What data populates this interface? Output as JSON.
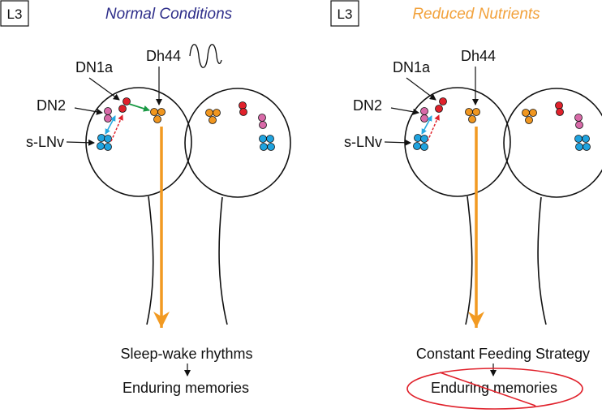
{
  "panels": [
    {
      "stage_label": "L3",
      "title": "Normal Conditions",
      "labels": {
        "dn1a": "DN1a",
        "dn2": "DN2",
        "slnv": "s-LNv",
        "dh44": "Dh44"
      },
      "outcome_1": "Sleep-wake rhythms",
      "outcome_2": "Enduring memories",
      "outcome_2_crossed": false
    },
    {
      "stage_label": "L3",
      "title": "Reduced Nutrients",
      "labels": {
        "dn1a": "DN1a",
        "dn2": "DN2",
        "slnv": "s-LNv",
        "dh44": "Dh44"
      },
      "outcome_1": "Constant Feeding Strategy",
      "outcome_2": "Enduring memories",
      "outcome_2_crossed": true
    }
  ],
  "colors": {
    "title_normal": "#2e2e8a",
    "title_reduced": "#f2a23c",
    "dh44_arrow": "#f29a22",
    "dh44_cell": "#f0961f",
    "dn1a_cell": "#e0212b",
    "dn2_cell": "#d86aa8",
    "slnv_cell": "#1fa3df",
    "green_arrow": "#1a9a45",
    "blue_arrow": "#27a9e1",
    "red_dashed": "#e0212b",
    "cross_out": "#e0212b"
  },
  "icons": {
    "rhythm": "sine-wave-icon"
  }
}
